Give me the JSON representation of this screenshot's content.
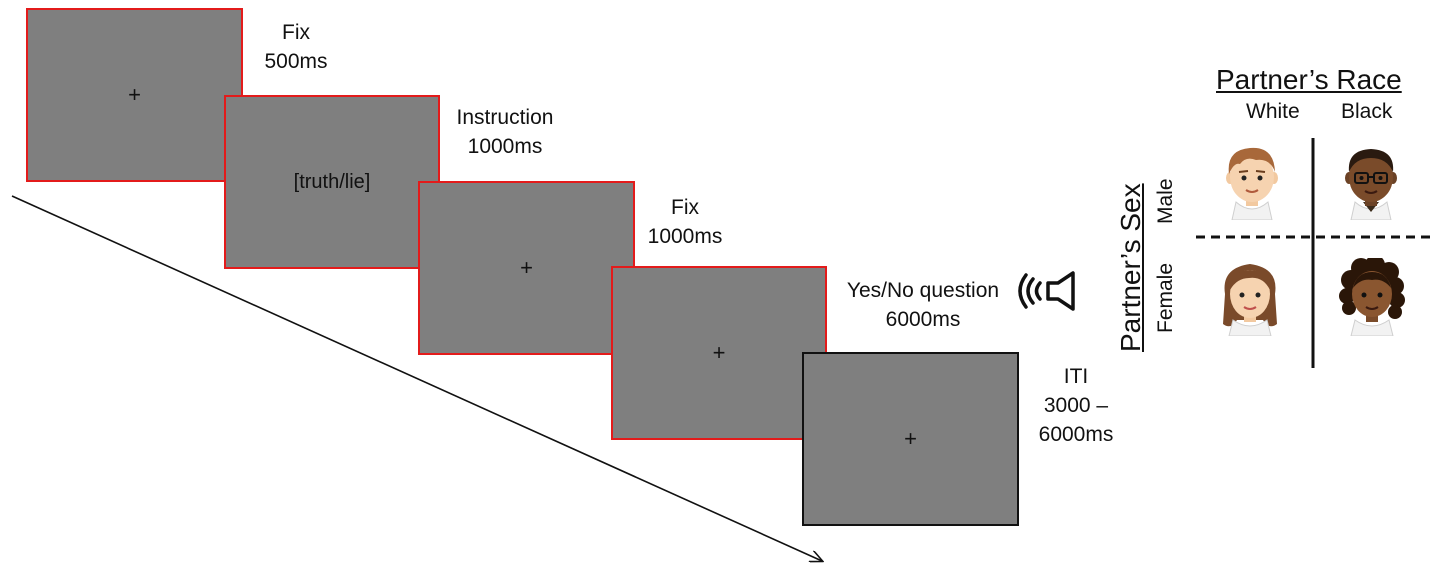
{
  "timeline": {
    "screens": [
      {
        "content": "+",
        "label_lines": [
          "Fix",
          "500ms"
        ],
        "border_color": "#e31b1b"
      },
      {
        "content": "[truth/lie]",
        "label_lines": [
          "Instruction",
          "1000ms"
        ],
        "border_color": "#e31b1b"
      },
      {
        "content": "+",
        "label_lines": [
          "Fix",
          "1000ms"
        ],
        "border_color": "#e31b1b"
      },
      {
        "content": "+",
        "label_lines": [
          "Yes/No question",
          "6000ms"
        ],
        "border_color": "#e31b1b"
      },
      {
        "content": "+",
        "label_lines": [
          "ITI",
          "3000 –",
          "6000ms"
        ],
        "border_color": "#111111"
      }
    ],
    "audio_icon": "speaker-sound-icon",
    "screen_fill": "#7f7f7f"
  },
  "partner_grid": {
    "race_title": "Partner’s Race",
    "sex_title": "Partner’s Sex",
    "columns": [
      "White",
      "Black"
    ],
    "rows": [
      "Male",
      "Female"
    ],
    "cells": [
      {
        "row": "Male",
        "column": "White",
        "icon": "white-male-face-icon"
      },
      {
        "row": "Male",
        "column": "Black",
        "icon": "black-male-face-icon"
      },
      {
        "row": "Female",
        "column": "White",
        "icon": "white-female-face-icon"
      },
      {
        "row": "Female",
        "column": "Black",
        "icon": "black-female-face-icon"
      }
    ]
  }
}
